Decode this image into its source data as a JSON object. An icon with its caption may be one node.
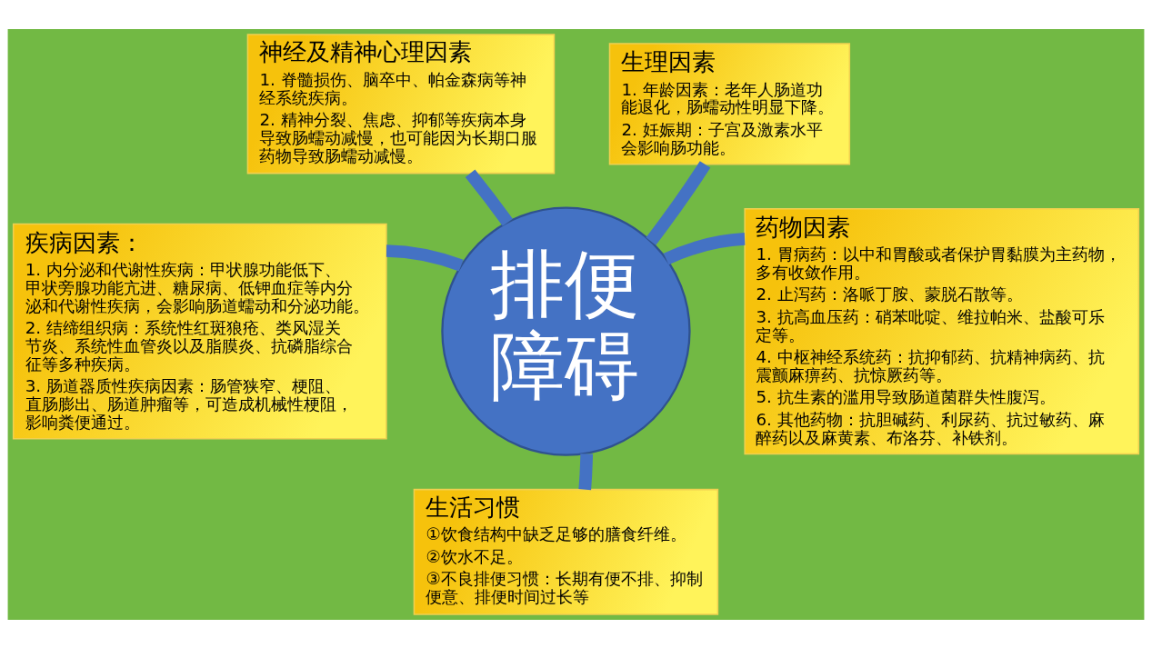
{
  "diagram": {
    "nodes": [
      {
        "text": [
          "排便障碍"
        ]
      },
      {
        "text": [
          "神经及精神心理因素",
          "1. 脊髓损伤、脑卒中、帕金森病等神经系统疾病。",
          "2. 精神分裂、焦虑、抑郁等疾病本身导致肠蠕动减慢，也可能因为长期口服药物导致肠蠕动减慢。"
        ]
      },
      {
        "text": [
          "生理因素",
          "1. 年龄因素：老年人肠道功能退化，肠蠕动性明显下降。",
          "2. 妊娠期：子宫及激素水平会影响肠功能。"
        ]
      },
      {
        "text": [
          "疾病因素：",
          "1. 内分泌和代谢性疾病：甲状腺功能低下、甲状旁腺功能亢进、糖尿病、低钾血症等内分泌和代谢性疾病，会影响肠道蠕动和分泌功能。",
          "2. 结缔组织病：系统性红斑狼疮、类风湿关节炎、系统性血管炎以及脂膜炎、抗磷脂综合征等多种疾病。",
          "3. 肠道器质性疾病因素：肠管狭窄、梗阻、直肠膨出、肠道肿瘤等，可造成机械性梗阻，影响粪便通过。"
        ]
      },
      {
        "text": [
          "药物因素",
          "1. 胃病药：以中和胃酸或者保护胃黏膜为主药物，多有收敛作用。",
          "2. 止泻药：洛哌丁胺、蒙脱石散等。",
          "3. 抗高血压药：硝苯吡啶、维拉帕米、盐酸可乐定等。",
          "4. 中枢神经系统药：抗抑郁药、抗精神病药、抗震颤麻痹药、抗惊厥药等。",
          "5. 抗生素的滥用导致肠道菌群失性腹泻。",
          "6. 其他药物：抗胆碱药、利尿药、抗过敏药、麻醉药以及麻黄素、布洛芬、补铁剂。"
        ]
      },
      {
        "text": [
          "生活习惯",
          "①饮食结构中缺乏足够的膳食纤维。",
          "②饮水不足。",
          "③不良排便习惯：长期有便不排、抑制便意、排便时间过长等"
        ]
      }
    ],
    "edges": [
      {
        "from": 0,
        "to": 1,
        "arrow": "none"
      },
      {
        "from": 0,
        "to": 2,
        "arrow": "none"
      },
      {
        "from": 0,
        "to": 3,
        "arrow": "none"
      },
      {
        "from": 0,
        "to": 4,
        "arrow": "none"
      },
      {
        "from": 0,
        "to": 5,
        "arrow": "none"
      }
    ]
  }
}
